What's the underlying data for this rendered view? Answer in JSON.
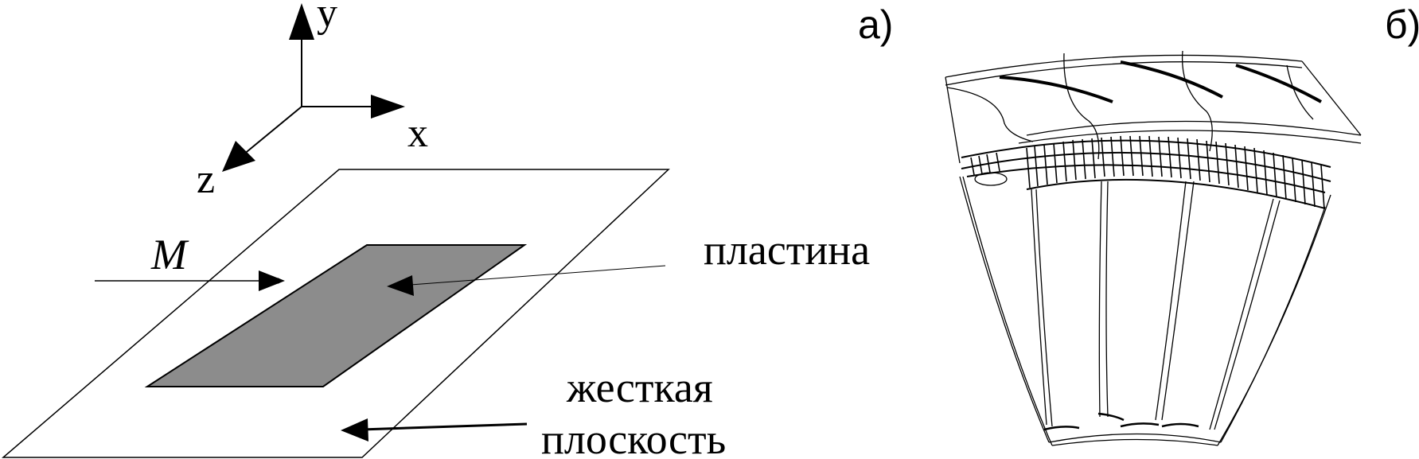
{
  "panel_a": {
    "tag": "а)",
    "axes": {
      "y": "y",
      "x": "x",
      "z": "z"
    },
    "flow_label": "M",
    "plate_label": "пластина",
    "plane_label_line1": "жесткая",
    "plane_label_line2": "плоскость",
    "plate_color": "#8c8c8c"
  },
  "panel_b": {
    "tag": "б)"
  }
}
